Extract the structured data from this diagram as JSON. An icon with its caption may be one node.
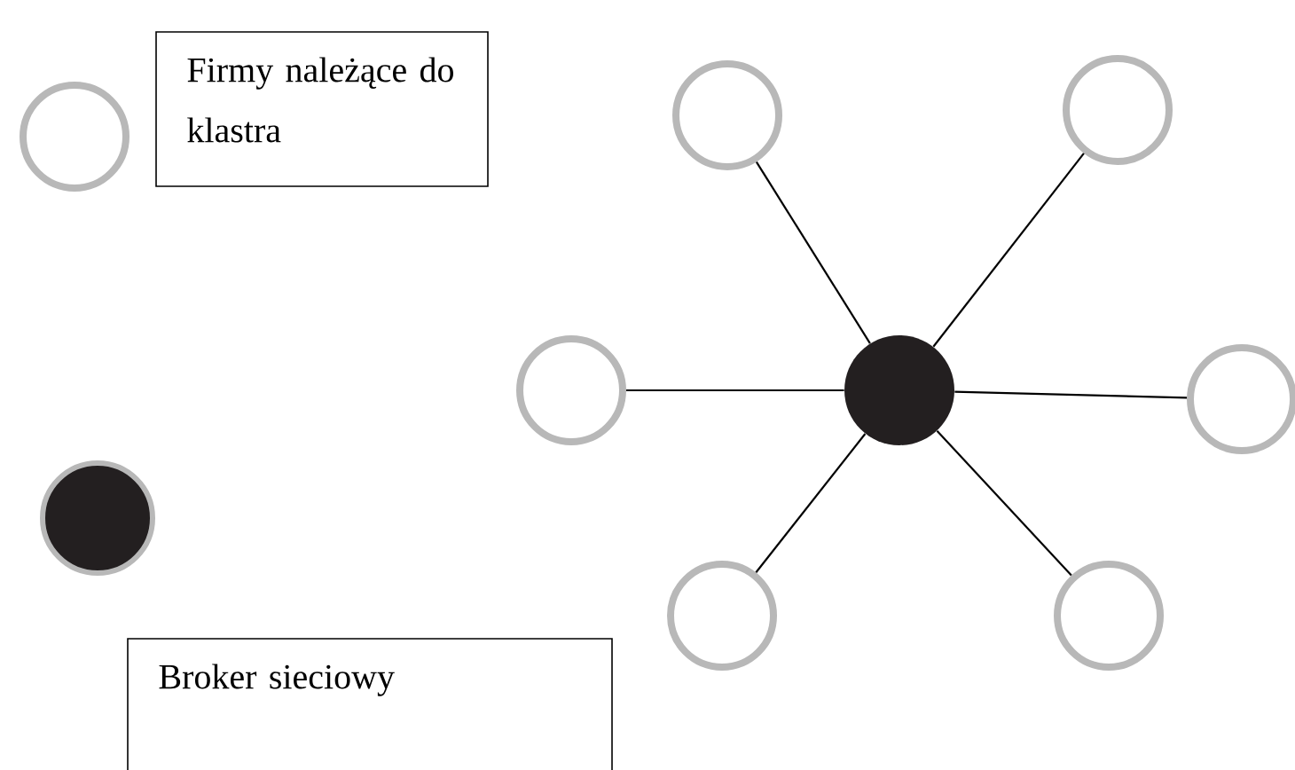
{
  "diagram": {
    "nodes": [
      {
        "text": [],
        "shape": "circle"
      },
      {
        "text": [],
        "shape": "circle"
      },
      {
        "text": [],
        "shape": "circle"
      },
      {
        "text": [],
        "shape": "circle"
      },
      {
        "text": [],
        "shape": "circle"
      },
      {
        "text": [],
        "shape": "circle"
      },
      {
        "text": [],
        "shape": "circle"
      }
    ],
    "edges": [
      {
        "from": 3,
        "to": 0,
        "arrow": "none"
      },
      {
        "from": 3,
        "to": 1,
        "arrow": "none"
      },
      {
        "from": 3,
        "to": 2,
        "arrow": "none"
      },
      {
        "from": 3,
        "to": 4,
        "arrow": "none"
      },
      {
        "from": 3,
        "to": 5,
        "arrow": "none"
      },
      {
        "from": 3,
        "to": 6,
        "arrow": "none"
      }
    ],
    "legend": [
      {
        "text": "Firmy należące do klastra"
      },
      {
        "text": "Broker sieciowy"
      }
    ]
  }
}
